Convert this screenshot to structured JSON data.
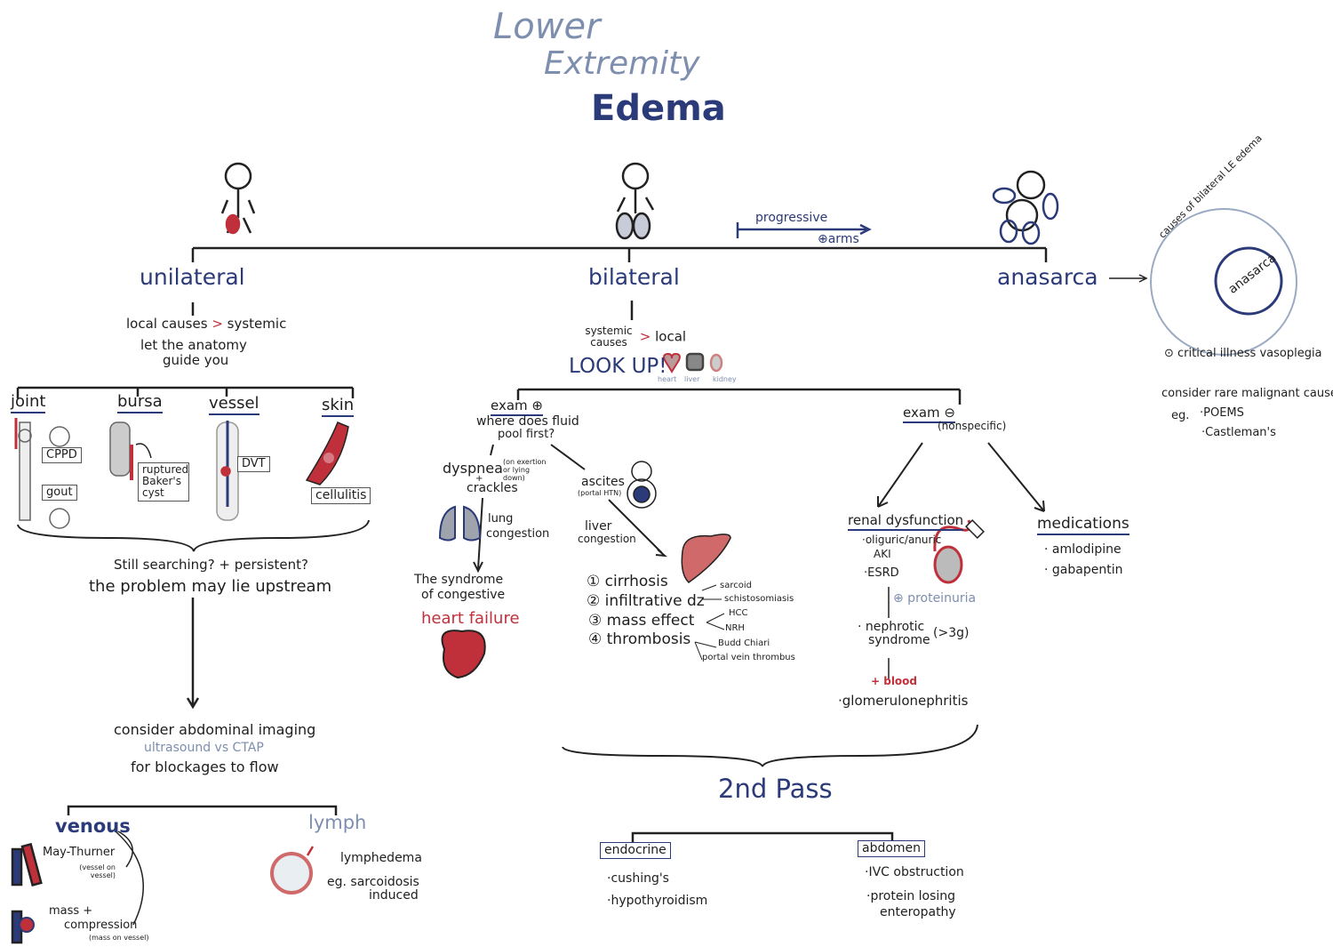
{
  "title": {
    "line1": "Lower",
    "line2": "Extremity",
    "line3": "Edema"
  },
  "progression": {
    "label": "progressive",
    "note": "⊕arms"
  },
  "branches": {
    "unilateral": "unilateral",
    "bilateral": "bilateral",
    "anasarca": "anasarca"
  },
  "unilateral": {
    "rule_left": "local causes",
    "rule_op": ">",
    "rule_right": "systemic",
    "hint1": "let the anatomy",
    "hint2": "guide you",
    "categories": [
      {
        "label": "joint",
        "items": [
          "CPPD",
          "gout"
        ]
      },
      {
        "label": "bursa",
        "items": [
          "ruptured Baker's cyst"
        ]
      },
      {
        "label": "vessel",
        "items": [
          "DVT"
        ]
      },
      {
        "label": "skin",
        "items": [
          "cellulitis"
        ]
      }
    ],
    "still1": "Still searching? + persistent?",
    "still2": "the problem may lie upstream",
    "imaging1": "consider abdominal imaging",
    "imaging2": "ultrasound vs CTAP",
    "imaging3": "for blockages to flow",
    "venous": {
      "label": "venous",
      "may": "May-Thurner",
      "may_note": "(vessel on vessel)",
      "mass1": "mass +",
      "mass2": "compression",
      "mass_note": "(mass on vessel)"
    },
    "lymph": {
      "label": "lymph",
      "item": "lymphedema",
      "eg1": "eg. sarcoidosis",
      "eg2": "induced"
    }
  },
  "bilateral": {
    "rule_left": "systemic causes",
    "rule_op": ">",
    "rule_right": "local",
    "look_up": "LOOK UP!",
    "organs": [
      "heart",
      "liver",
      "kidney"
    ],
    "exam_pos": {
      "label": "exam ⊕",
      "q1": "where does fluid",
      "q2": "pool first?",
      "dyspnea": "dyspnea",
      "dyspnea_note": "(on exertion or lying down)",
      "plus": "+",
      "crackles": "crackles",
      "lung1": "lung",
      "lung2": "congestion",
      "chf1": "The syndrome",
      "chf2": "of congestive",
      "chf3": "heart failure",
      "ascites": "ascites",
      "ascites_note": "(portal HTN)",
      "liver1": "liver",
      "liver2": "congestion",
      "causes": [
        "① cirrhosis",
        "② infiltrative dz",
        "③ mass effect",
        "④ thrombosis"
      ],
      "sub": {
        "sarcoid": "sarcoid",
        "schisto": "schistosomiasis",
        "hcc": "HCC",
        "nrh": "NRH",
        "budd": "Budd Chiari",
        "pvt": "portal vein thrombus"
      }
    },
    "exam_neg": {
      "label": "exam ⊖",
      "note": "(nonspecific)",
      "renal": "renal dysfunction",
      "aki1": "·oliguric/anuric",
      "aki2": "AKI",
      "esrd": "·ESRD",
      "proteinuria": "⊕ proteinuria",
      "neph1": "· nephrotic",
      "neph2": "syndrome",
      "neph3": "(>3g)",
      "blood": "+ blood",
      "gn": "·glomerulonephritis",
      "meds": "medications",
      "med_items": [
        "· amlodipine",
        "· gabapentin"
      ]
    },
    "second_pass": {
      "label": "2nd Pass",
      "endocrine": "endocrine",
      "endo_items": [
        "·cushing's",
        "·hypothyroidism"
      ],
      "abdomen": "abdomen",
      "abd1": "·IVC obstruction",
      "abd2": "·protein losing",
      "abd3": "enteropathy"
    }
  },
  "anasarca": {
    "outer": "causes of bilateral LE edema",
    "inner": "anasarca",
    "vaso": "⊙ critical illness vasoplegia",
    "rare": "consider rare malignant causes",
    "eg": "eg.",
    "items": [
      "·POEMS",
      "·Castleman's"
    ]
  },
  "colors": {
    "navy": "#2b3a78",
    "red": "#c0303a",
    "greyblue": "#7d8eae"
  }
}
